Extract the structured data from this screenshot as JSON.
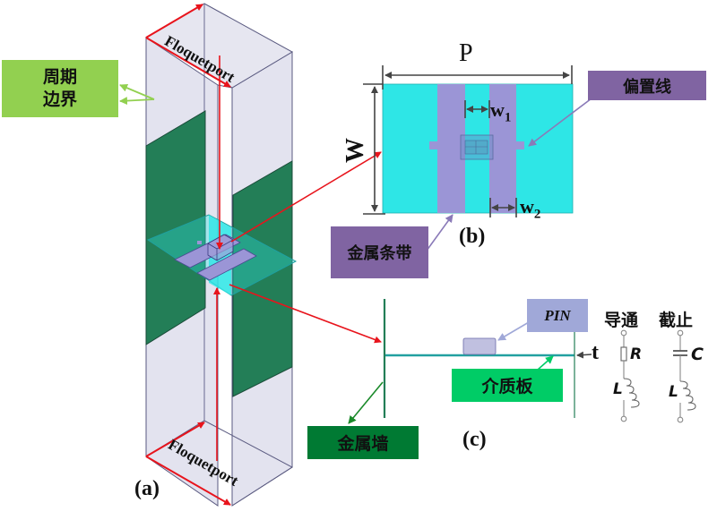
{
  "figure": {
    "panels": {
      "a": "(a)",
      "b": "(b)",
      "c": "(c)"
    },
    "panel_a": {
      "port_top_label": "Floquetport",
      "port_bottom_label": "Floquetport",
      "periodic_boundary_label_line1": "周期",
      "periodic_boundary_label_line2": "边界"
    },
    "panel_b": {
      "dim_P": "P",
      "dim_W": "W",
      "dim_w1": "w",
      "dim_w1_sub": "1",
      "dim_w2": "w",
      "dim_w2_sub": "2",
      "bias_line_label": "偏置线",
      "metal_strip_label": "金属条带"
    },
    "panel_c": {
      "pin_label": "PIN",
      "substrate_label": "介质板",
      "metal_wall_label": "金属墙",
      "thickness_label": "t",
      "on_state_label": "导通",
      "off_state_label": "截止",
      "on_R": "R",
      "on_L": "L",
      "off_C": "C",
      "off_L": "L"
    },
    "colors": {
      "periodic_label_bg": "#92d050",
      "bias_label_bg": "#8064a2",
      "strip_label_bg": "#8064a2",
      "pin_label_bg": "#a0a8d8",
      "substrate_label_bg": "#00cc66",
      "wall_label_bg": "#007a33",
      "substrate_fill": "#2ee6e6",
      "strip_fill": "#9b95d6",
      "wall_green": "#237e57",
      "arrow_red": "#e8141c"
    }
  }
}
